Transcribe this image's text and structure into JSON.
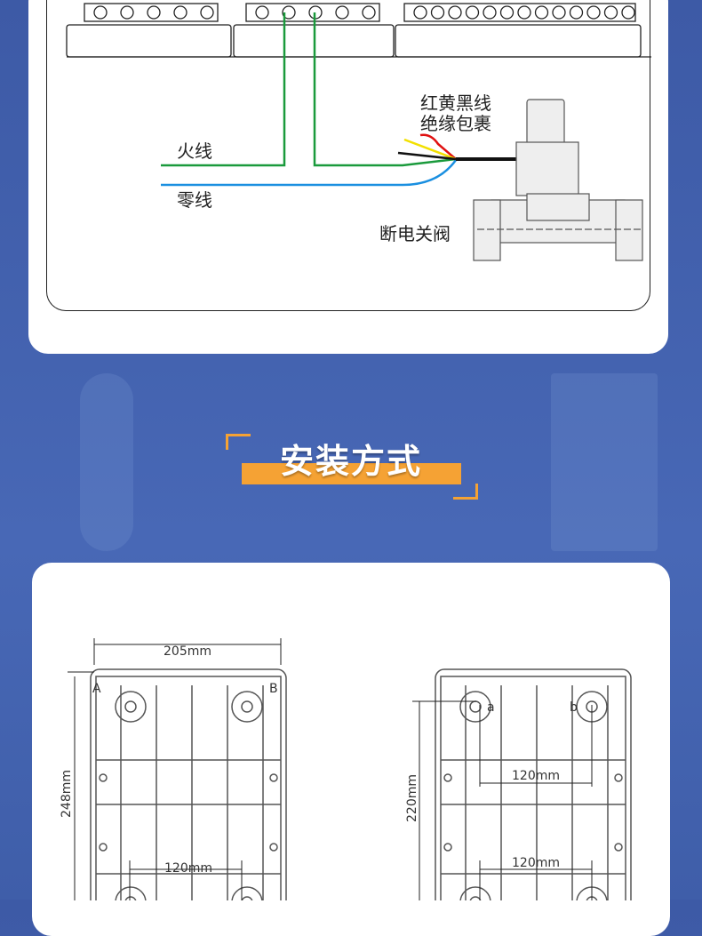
{
  "wiring": {
    "live_label": "火线",
    "neutral_label": "零线",
    "wire_note_line1": "红黄黑线",
    "wire_note_line2": "绝缘包裹",
    "valve_label": "断电关阀",
    "colors": {
      "live": "#1a9a3c",
      "neutral": "#1a8fe0",
      "red": "#e01010",
      "yellow": "#f2e000",
      "black": "#111111"
    }
  },
  "section": {
    "title": "安装方式",
    "accent": "#f5a234"
  },
  "install": {
    "left": {
      "width": "205mm",
      "height": "248mm",
      "hole_spacing": "120mm",
      "corner_a": "A",
      "corner_b": "B"
    },
    "right": {
      "height": "220mm",
      "hole_spacing_top": "120mm",
      "hole_spacing_bottom": "120mm",
      "hole_a": "a",
      "hole_b": "b"
    }
  }
}
